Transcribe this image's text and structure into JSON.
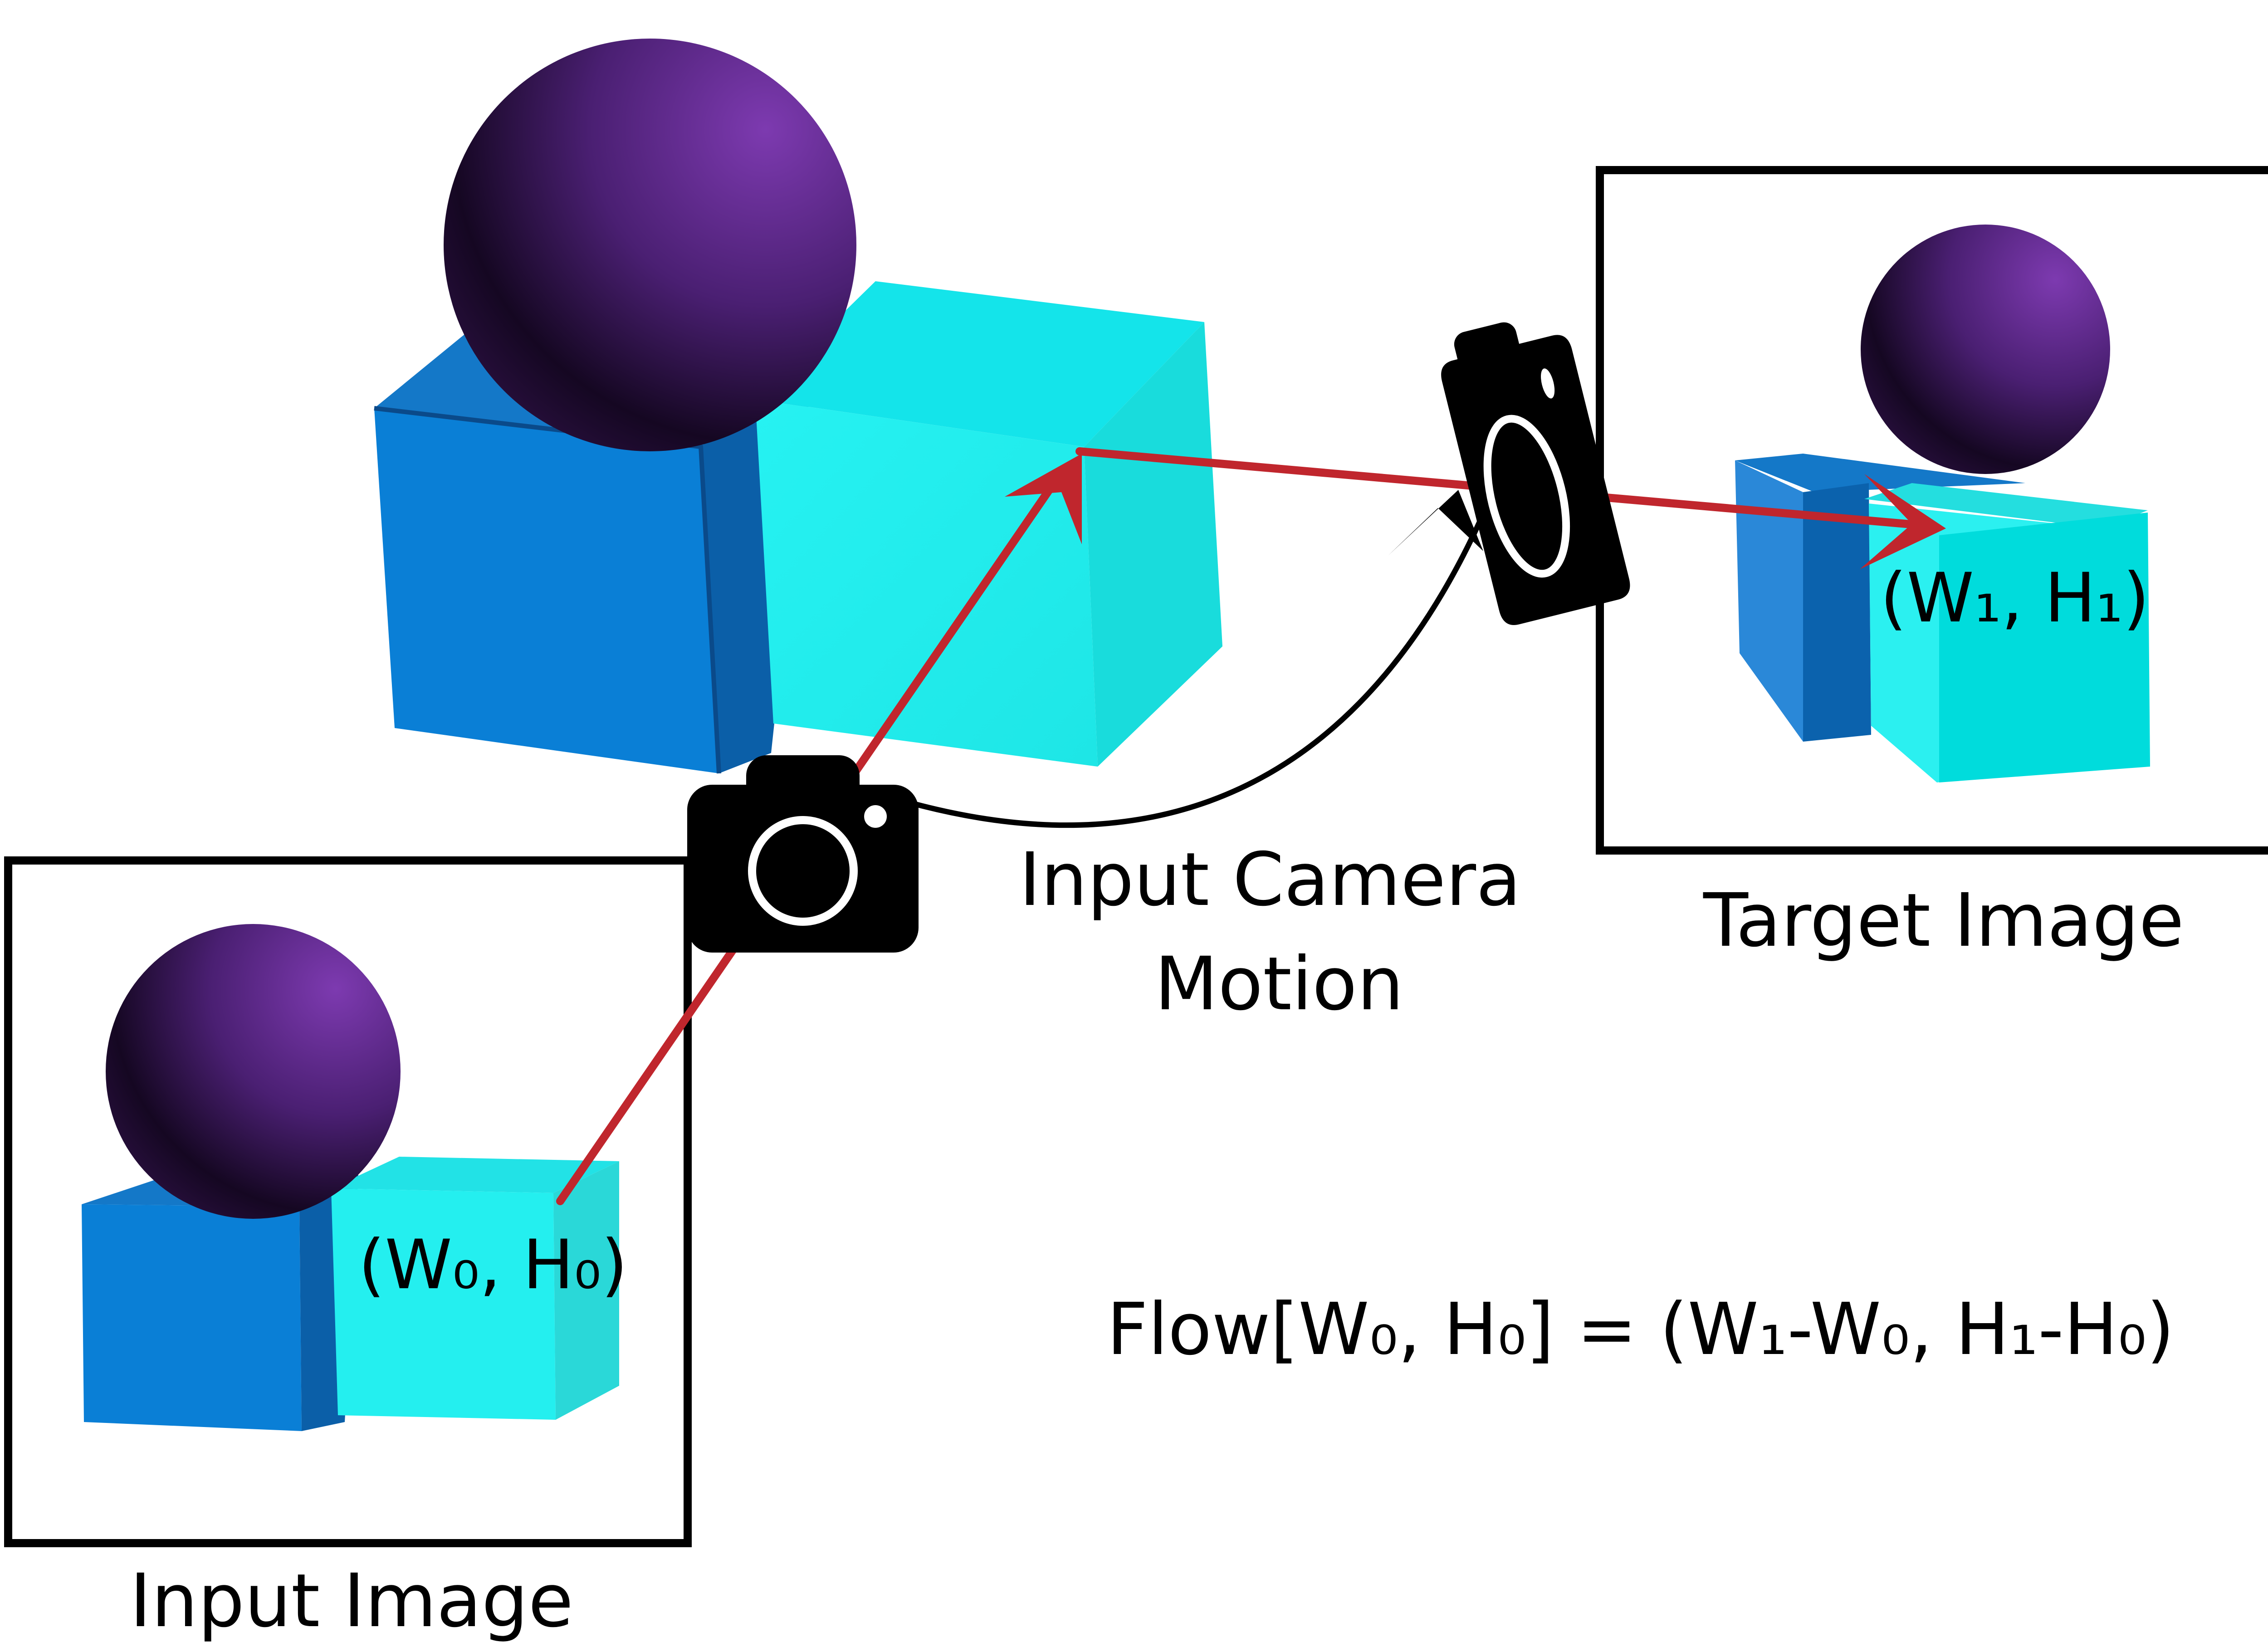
{
  "labels": {
    "input_image": "Input Image",
    "target_image": "Target Image",
    "camera_motion_line1": "Input Camera",
    "camera_motion_line2": "Motion",
    "point_input": "(W₀, H₀)",
    "point_target": "(W₁, H₁)",
    "flow_formula": "Flow[W₀, H₀] = (W₁-W₀, H₁-H₀)"
  },
  "icons": {
    "input_camera": "camera-icon",
    "target_camera": "camera-icon"
  },
  "colors": {
    "sphere_light": "#7d3ab0",
    "sphere_dark": "#12061f",
    "blue_cube": "#0a7fd6",
    "cyan_cube": "#22eeee",
    "ray": "#c0262d",
    "frame": "#000000"
  }
}
